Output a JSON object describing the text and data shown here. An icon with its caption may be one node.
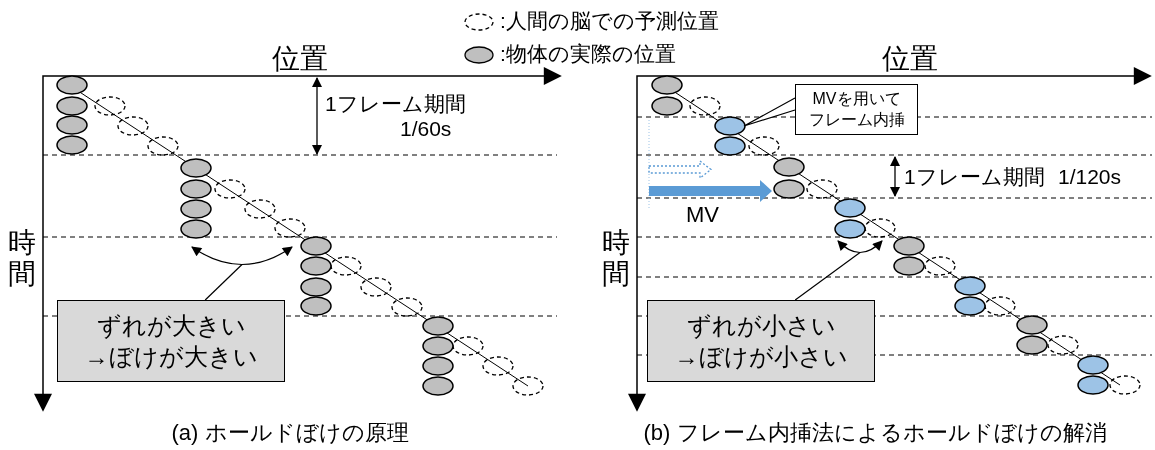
{
  "diagram": {
    "nodes": [
      {
        "text": [
          "ずれが大きい →ぼけが大きい"
        ]
      },
      {
        "text": [
          "MVを用いてフレーム内挿"
        ]
      },
      {
        "text": [
          "ずれが小さい →ぼけが小さい"
        ]
      }
    ],
    "edges": [
      {
        "from": 0,
        "to": null,
        "arrow": "none"
      },
      {
        "from": 1,
        "to": null,
        "arrow": "to"
      },
      {
        "from": 2,
        "to": null,
        "arrow": "none"
      }
    ],
    "labels": [
      "位置",
      "1フレーム期間",
      "1/60s",
      "時間",
      "(a) ホールドぼけの原理",
      "位置",
      "1フレーム期間",
      "1/120s",
      "MV",
      "時間",
      "(b) フレーム内挿法によるホールドぼけの解消"
    ],
    "legend": [
      {
        "text": ":人間の脳での予測位置"
      },
      {
        "text": ":物体の実際の位置"
      }
    ]
  }
}
